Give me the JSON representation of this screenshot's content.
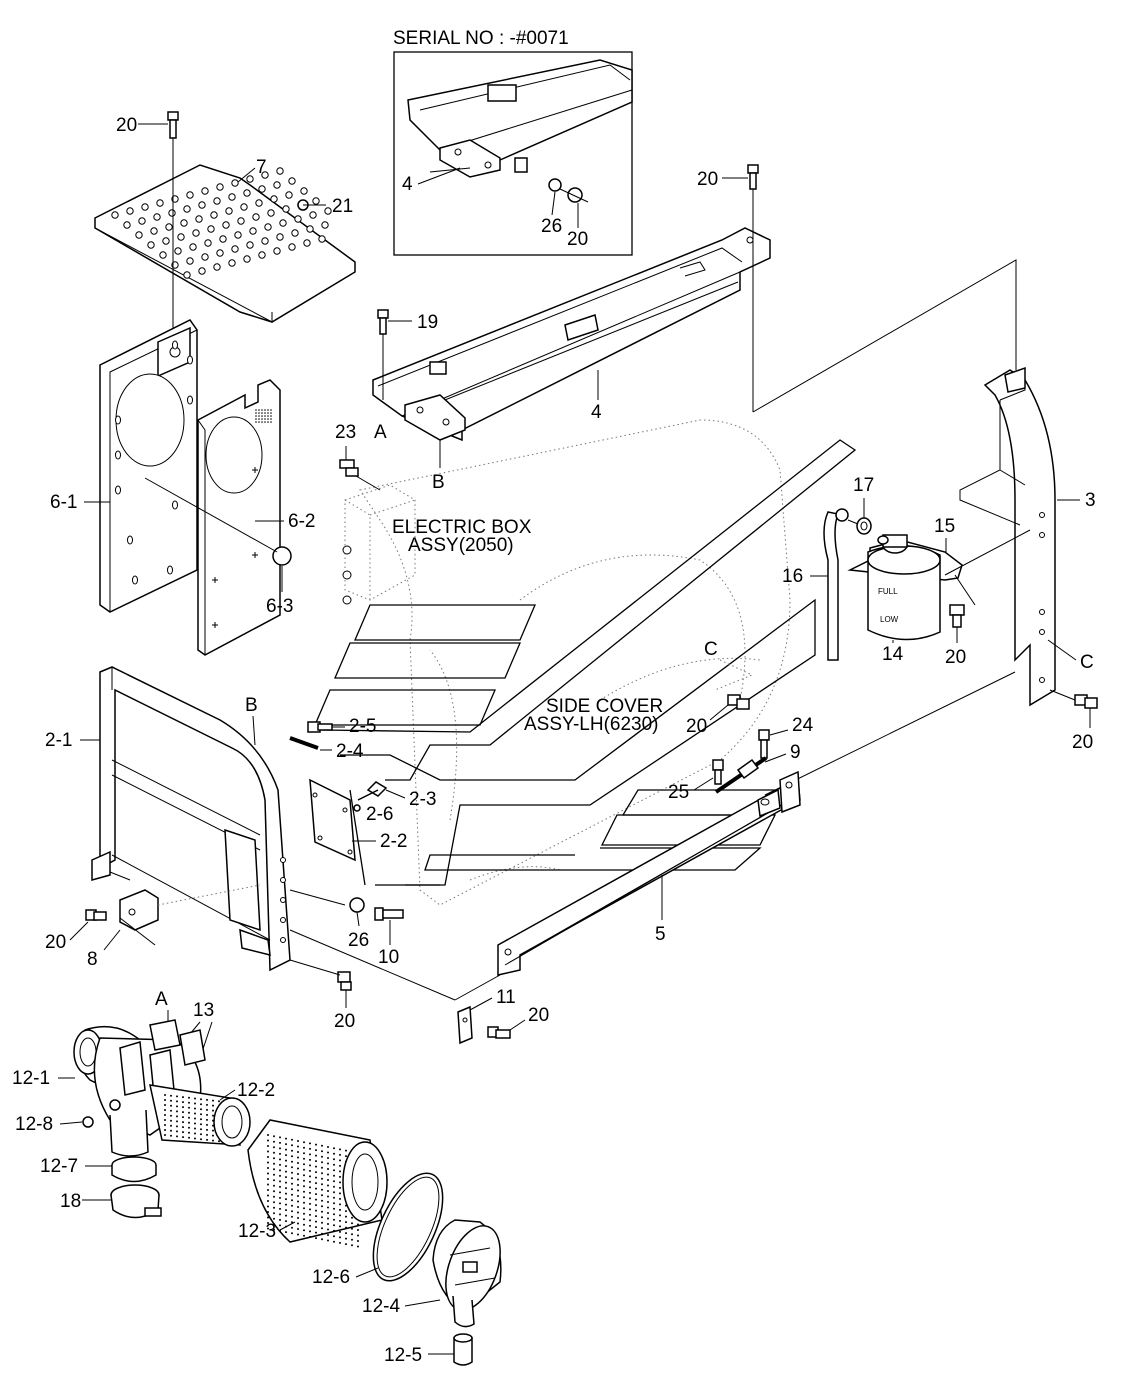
{
  "serial_title": "SERIAL NO : -#0071",
  "callouts": {
    "A": "A",
    "B": "B",
    "C": "C",
    "p2_1": "2-1",
    "p2_2": "2-2",
    "p2_3": "2-3",
    "p2_4": "2-4",
    "p2_5": "2-5",
    "p2_6": "2-6",
    "p3": "3",
    "p4": "4",
    "p5": "5",
    "p6_1": "6-1",
    "p6_2": "6-2",
    "p6_3": "6-3",
    "p7": "7",
    "p8": "8",
    "p9": "9",
    "p10": "10",
    "p11": "11",
    "p12_1": "12-1",
    "p12_2": "12-2",
    "p12_3": "12-3",
    "p12_4": "12-4",
    "p12_5": "12-5",
    "p12_6": "12-6",
    "p12_7": "12-7",
    "p12_8": "12-8",
    "p13": "13",
    "p14": "14",
    "p15": "15",
    "p16": "16",
    "p17": "17",
    "p18": "18",
    "p19": "19",
    "p20": "20",
    "p21": "21",
    "p23": "23",
    "p24": "24",
    "p25": "25",
    "p26": "26"
  },
  "electric_box": {
    "line1": "ELECTRIC BOX",
    "line2": "ASSY(2050)"
  },
  "side_cover": {
    "line1": "SIDE COVER",
    "line2": "ASSY-LH(6230)"
  },
  "tank_marks": {
    "full": "FULL",
    "low": "LOW"
  }
}
